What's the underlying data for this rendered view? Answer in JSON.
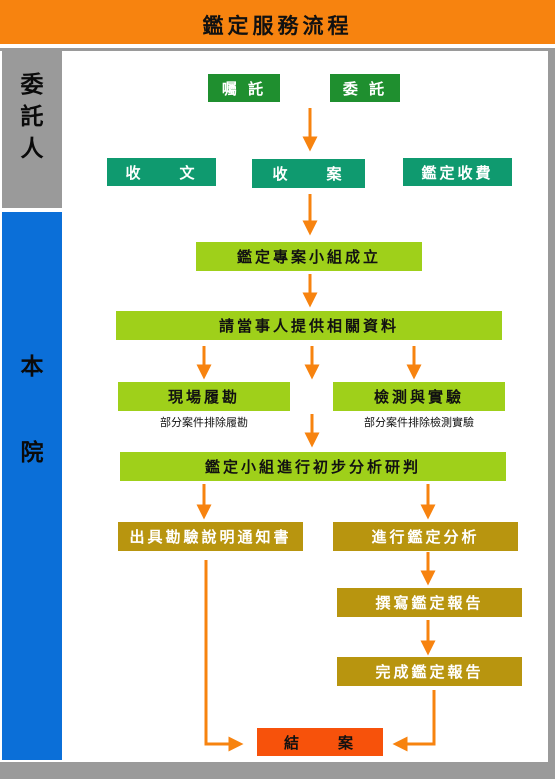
{
  "title": "鑑定服務流程",
  "lanes": {
    "client": "委託人",
    "court": "本院"
  },
  "nodes": {
    "entrust_a": "囑 託",
    "entrust_b": "委 託",
    "receive_doc": "收　　文",
    "receive_case": "收　　案",
    "fee": "鑑定收費",
    "team": "鑑定專案小組成立",
    "request": "請當事人提供相關資料",
    "site": "現場履勘",
    "site_note": "部分案件排除履勘",
    "test": "檢測與實驗",
    "test_note": "部分案件排除檢測實驗",
    "prelim": "鑑定小組進行初步分析研判",
    "notice": "出具勘驗說明通知書",
    "analysis": "進行鑑定分析",
    "write": "撰寫鑑定報告",
    "complete": "完成鑑定報告",
    "close": "結　　案"
  },
  "colors": {
    "title_bg": "#f7830f",
    "client_lane": "#9a9a9a",
    "court_lane": "#0b6fd8",
    "arrow": "#f7830f",
    "dark_green": "#1f8f2f",
    "teal": "#0f9a6f",
    "lime": "#9fd01a",
    "gold": "#b8950f",
    "close_red": "#f7520b"
  }
}
